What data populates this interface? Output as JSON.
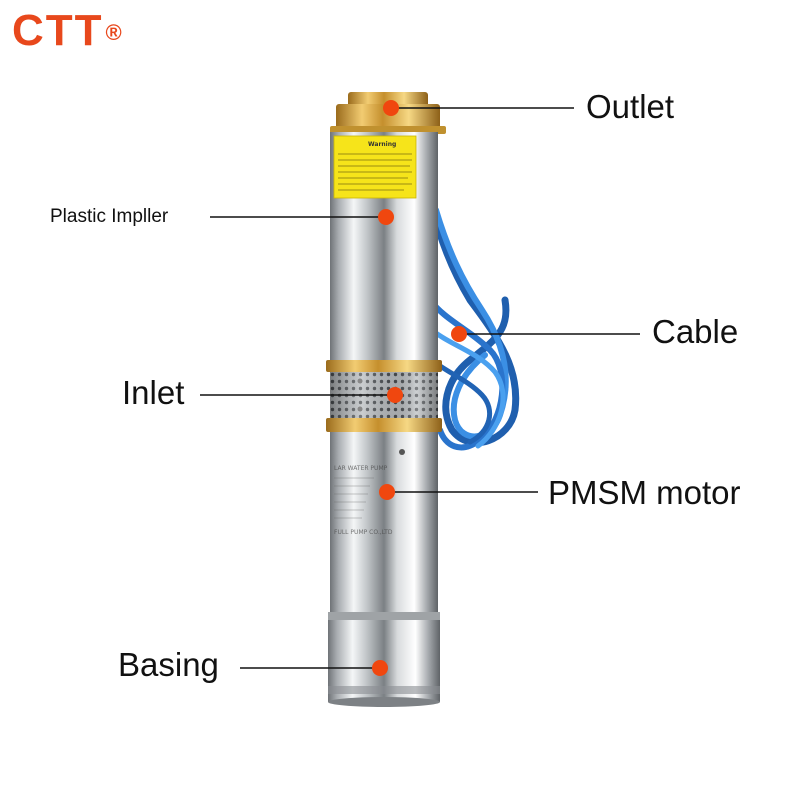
{
  "brand": {
    "name": "CTT",
    "registered_mark": "®",
    "color": "#e8481c"
  },
  "labels": {
    "outlet": "Outlet",
    "plastic_impeller": "Plastic Impller",
    "cable": "Cable",
    "inlet": "Inlet",
    "pmsm_motor": "PMSM motor",
    "basing": "Basing"
  },
  "product_label_text": {
    "warning_title": "Warning",
    "nameplate_title": "LAR WATER PUMP",
    "manufacturer": "FULL PUMP CO.,LTD"
  },
  "colors": {
    "marker_dot": "#f0470f",
    "leader_line": "#111111",
    "warning_sticker": "#f6e41a",
    "brass": "#d6a23c",
    "cable": "#2f7fd6",
    "steel": "#cfd3d6"
  },
  "icons": {
    "marker": "orange-dot-icon"
  }
}
